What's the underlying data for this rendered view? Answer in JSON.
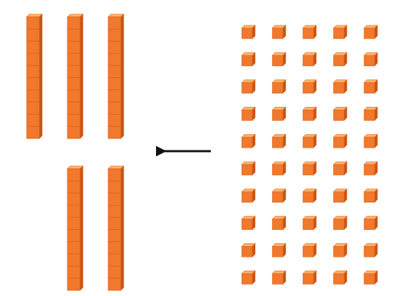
{
  "colors": {
    "front": "#f0792e",
    "top": "#ffb36a",
    "side": "#c75516",
    "edge": "#d9631f",
    "arrow": "#111111"
  },
  "rods": {
    "count": 5,
    "units_per_rod": 10
  },
  "unit_cubes": {
    "columns": 5,
    "rows": 10,
    "total": 50
  },
  "arrow": {
    "direction": "left",
    "icon": "left-arrow-icon"
  }
}
